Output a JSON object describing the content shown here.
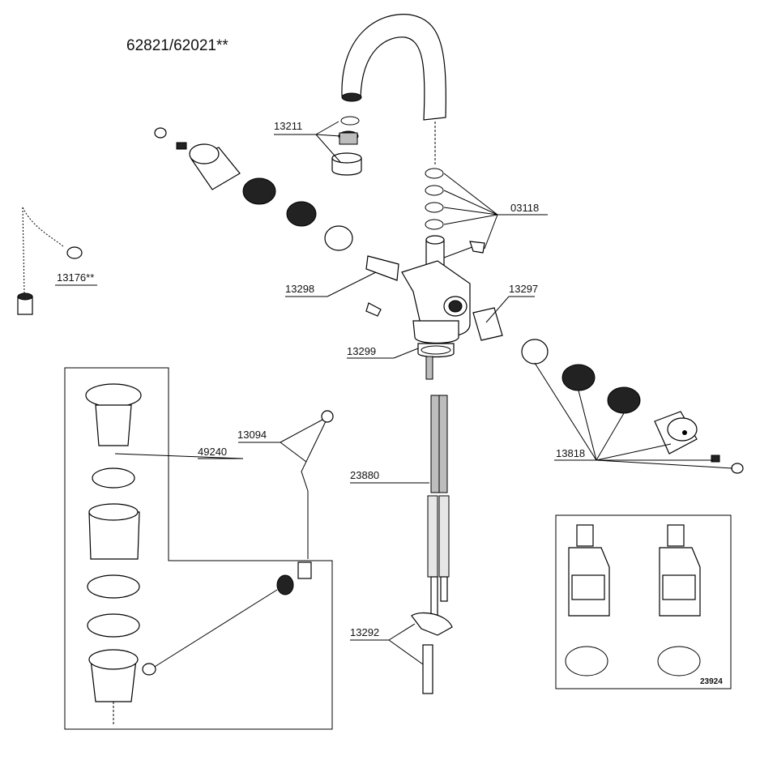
{
  "title": "62821/62021**",
  "callouts": {
    "c13211": "13211",
    "c03118": "03118",
    "c13176": "13176**",
    "c13298": "13298",
    "c13297": "13297",
    "c13299": "13299",
    "c13094": "13094",
    "c49240": "49240",
    "c13818": "13818",
    "c23880": "23880",
    "c13292": "13292",
    "c23924": "23924"
  }
}
